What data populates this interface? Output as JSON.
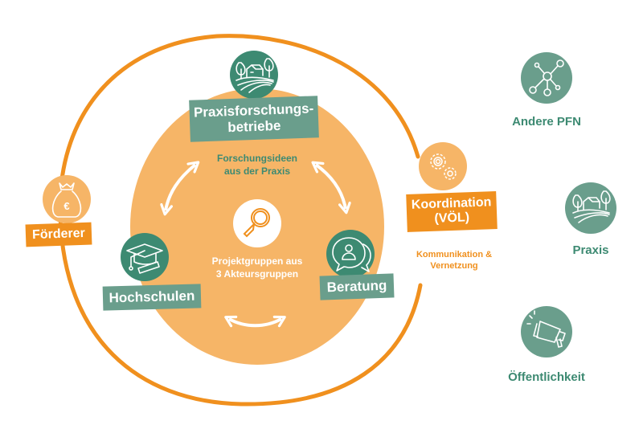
{
  "colors": {
    "dark_green": "#3d8a72",
    "muted_green": "#6a9e8c",
    "orange": "#f0901e",
    "light_orange": "#f6b567",
    "white": "#ffffff"
  },
  "center": {
    "icon": "magnifier-icon",
    "text_line1": "Projektgruppen aus",
    "text_line2": "3 Akteursgruppen"
  },
  "actors": [
    {
      "id": "praxisforschungsbetriebe",
      "line1": "Praxisforschungs-",
      "line2": "betriebe",
      "icon": "farm-landscape-icon",
      "caption_line1": "Forschungsideen",
      "caption_line2": "aus der Praxis"
    },
    {
      "id": "hochschulen",
      "line1": "Hochschulen",
      "icon": "graduation-cap-icon"
    },
    {
      "id": "beratung",
      "line1": "Beratung",
      "icon": "speech-bubbles-person-icon"
    }
  ],
  "outer": {
    "foerderer": {
      "label": "Förderer",
      "icon": "money-bag-euro-icon"
    },
    "koordination": {
      "line1": "Koordination",
      "line2": "(VÖL)",
      "icon": "gears-icon",
      "caption_line1": "Kommunikation &",
      "caption_line2": "Vernetzung"
    }
  },
  "external": [
    {
      "label": "Andere PFN",
      "icon": "network-icon"
    },
    {
      "label": "Praxis",
      "icon": "farm-landscape-icon"
    },
    {
      "label": "Öffentlichkeit",
      "icon": "megaphone-icon"
    }
  ]
}
